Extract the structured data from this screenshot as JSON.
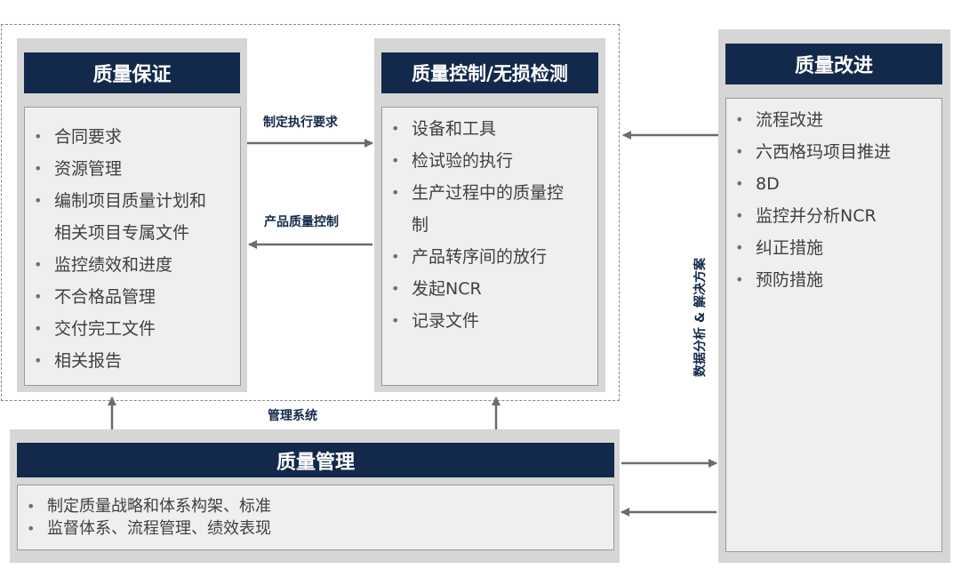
{
  "quality_assurance": {
    "title": "质量保证",
    "items": [
      "合同要求",
      "资源管理",
      "编制项目质量计划和",
      "相关项目专属文件",
      "监控绩效和进度",
      "不合格品管理",
      "交付完工文件",
      "相关报告"
    ]
  },
  "quality_control": {
    "title": "质量控制/无损检测",
    "items": [
      "设备和工具",
      "检试验的执行",
      "生产过程中的质量控",
      "制",
      "产品转序间的放行",
      "发起NCR",
      "记录文件"
    ]
  },
  "quality_improvement": {
    "title": "质量改进",
    "items": [
      "流程改进",
      "六西格玛项目推进",
      "8D",
      "监控并分析NCR",
      "纠正措施",
      "预防措施"
    ]
  },
  "quality_management": {
    "title": "质量管理",
    "items": [
      "制定质量战略和体系构架、标准",
      "监督体系、流程管理、绩效表现"
    ]
  },
  "labels": {
    "set_requirements": "制定执行要求",
    "product_quality_control": "产品质量控制",
    "management_system": "管理系统",
    "data_analysis": "数据分析 & 解决方案"
  },
  "colors": {
    "header_navy": "#13294b",
    "panel_gray": "#d6d6d6",
    "body_gray": "#efefef",
    "arrow_gray": "#6b6b6b"
  }
}
